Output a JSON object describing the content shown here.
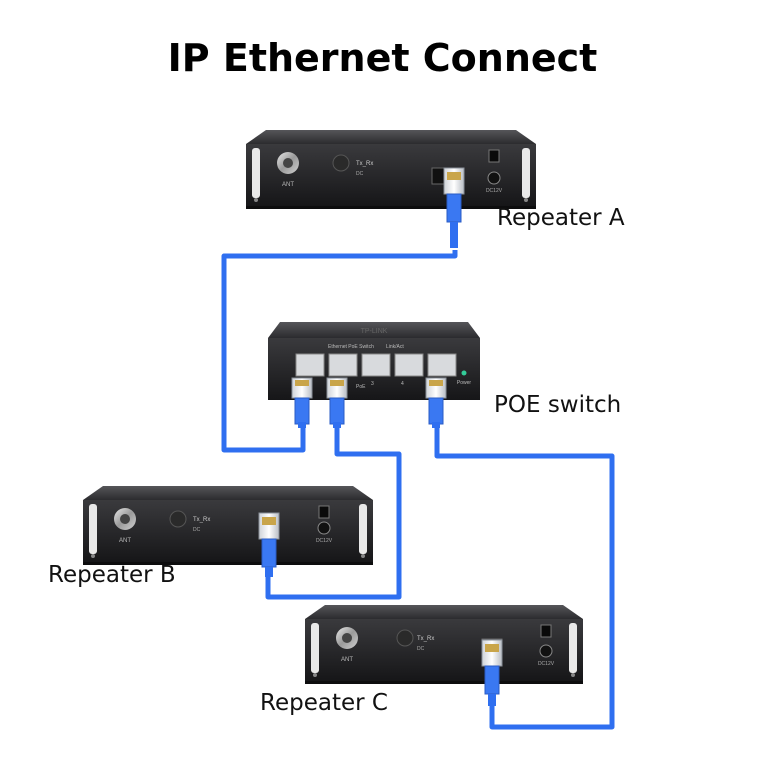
{
  "title": "IP Ethernet Connect",
  "devices": {
    "repeater_a": {
      "label": "Repeater A",
      "ant": "ANT",
      "txrx": "Tx_Rx",
      "dc": "DC",
      "power_in": "DC12V"
    },
    "repeater_b": {
      "label": "Repeater B",
      "ant": "ANT",
      "txrx": "Tx_Rx",
      "dc": "DC",
      "power_in": "DC12V"
    },
    "repeater_c": {
      "label": "Repeater C",
      "ant": "ANT",
      "txrx": "Tx_Rx",
      "dc": "DC",
      "power_in": "DC12V"
    },
    "poe_switch": {
      "label": "POE switch",
      "brand": "TP-LINK",
      "port_header": "Ethernet PoE Switch",
      "link_header": "Link/Act",
      "poe_mark": "PoE",
      "port3": "3",
      "port4": "4",
      "power_label": "Power"
    }
  },
  "colors": {
    "cable": "#2f6ff0",
    "device_body": "#1f1f21",
    "background": "#ffffff"
  }
}
